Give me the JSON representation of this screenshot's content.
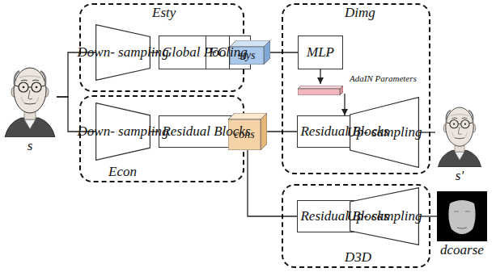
{
  "diagram": {
    "nodes": [
      {
        "text": [
          "s"
        ]
      },
      {
        "text": [
          "Esty"
        ]
      },
      {
        "text": [
          "Down- sampling"
        ],
        "in": 1
      },
      {
        "text": [
          "Global Pooling"
        ],
        "in": 1
      },
      {
        "text": [
          "FC"
        ],
        "in": 1
      },
      {
        "text": [
          "Econ"
        ]
      },
      {
        "text": [
          "Down- sampling"
        ],
        "in": 5
      },
      {
        "text": [
          "Residual Blocks"
        ],
        "in": 5
      },
      {
        "text": [
          "stys"
        ]
      },
      {
        "text": [
          "cons"
        ]
      },
      {
        "text": [
          "Dimg"
        ]
      },
      {
        "text": [
          "MLP"
        ],
        "in": 10
      },
      {
        "text": [
          "AdaIN Parameters"
        ],
        "in": 10
      },
      {
        "text": [
          "Residual Blocks"
        ],
        "in": 10
      },
      {
        "text": [
          "Up- sampling"
        ],
        "in": 10
      },
      {
        "text": [
          "D3D"
        ]
      },
      {
        "text": [
          "Residual Blocks"
        ],
        "in": 15
      },
      {
        "text": [
          "Up- sampling"
        ],
        "in": 15
      },
      {
        "text": [
          "s'"
        ]
      },
      {
        "text": [
          "dcoarse"
        ]
      }
    ],
    "edges": [
      {
        "from": 0,
        "to": 2,
        "arrow": "none"
      },
      {
        "from": 0,
        "to": 6,
        "arrow": "none"
      },
      {
        "from": 2,
        "to": 3,
        "arrow": "none"
      },
      {
        "from": 3,
        "to": 4,
        "arrow": "none"
      },
      {
        "from": 4,
        "to": 8,
        "arrow": "none"
      },
      {
        "from": 8,
        "to": 11,
        "arrow": "none"
      },
      {
        "from": 11,
        "to": 12,
        "arrow": "to"
      },
      {
        "from": 12,
        "to": 13,
        "arrow": "to"
      },
      {
        "from": 6,
        "to": 7,
        "arrow": "none"
      },
      {
        "from": 7,
        "to": 9,
        "arrow": "none"
      },
      {
        "from": 9,
        "to": 13,
        "arrow": "none"
      },
      {
        "from": 13,
        "to": 14,
        "arrow": "none"
      },
      {
        "from": 14,
        "to": 18,
        "arrow": "none"
      },
      {
        "from": 9,
        "to": 16,
        "arrow": "none"
      },
      {
        "from": 16,
        "to": 17,
        "arrow": "none"
      },
      {
        "from": 17,
        "to": 19,
        "arrow": "none"
      }
    ]
  }
}
